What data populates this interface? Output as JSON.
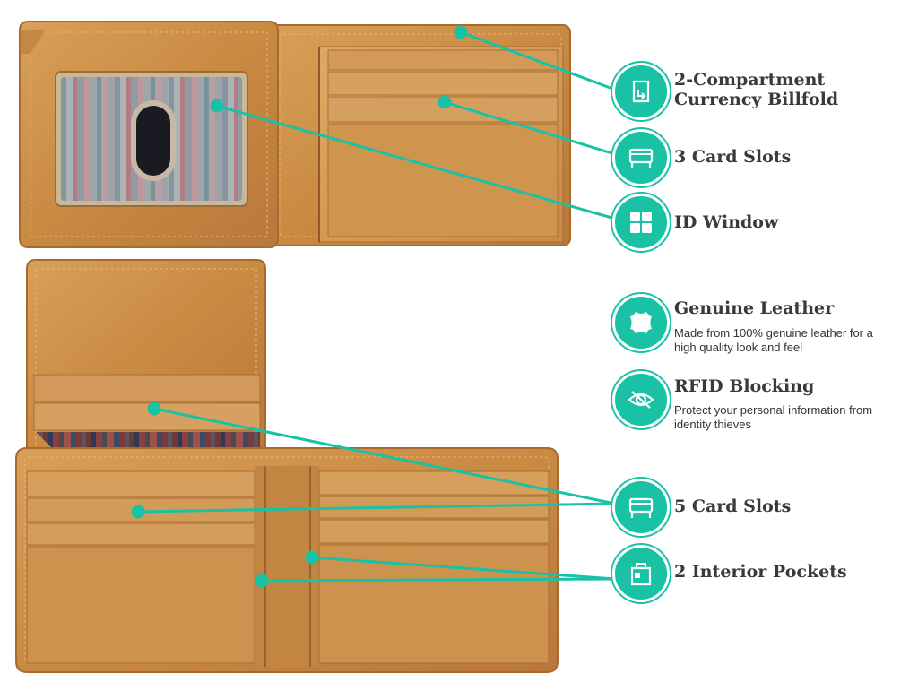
{
  "accent_color": "#19c2a4",
  "features": [
    {
      "id": "billfold",
      "title": "2-Compartment\nCurrency Billfold",
      "icon": "billfold-icon"
    },
    {
      "id": "card3",
      "title": "3 Card Slots",
      "icon": "card-slots-icon"
    },
    {
      "id": "idwindow",
      "title": "ID Window",
      "icon": "id-window-icon"
    },
    {
      "id": "leather",
      "title": "Genuine Leather",
      "icon": "leather-hide-icon",
      "description": "Made from 100% genuine leather for a high quality look and feel"
    },
    {
      "id": "rfid",
      "title": "RFID Blocking",
      "icon": "eye-shield-icon",
      "description": "Protect your personal information from identity thieves"
    },
    {
      "id": "card5",
      "title": "5 Card Slots",
      "icon": "card-slots-icon"
    },
    {
      "id": "pockets",
      "title": "2 Interior Pockets",
      "icon": "pocket-icon"
    }
  ]
}
